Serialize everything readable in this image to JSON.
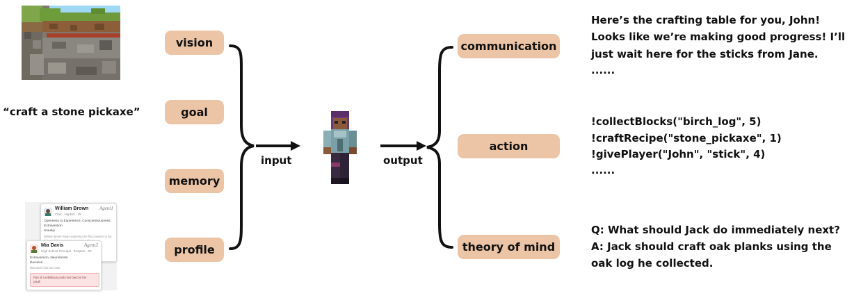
{
  "inputs": {
    "goal_text": "“craft a stone pickaxe”",
    "boxes": [
      "vision",
      "goal",
      "memory",
      "profile"
    ]
  },
  "profile_cards": [
    {
      "name": "William Brown",
      "subtitle": "Chef · Hapkim · 35",
      "agent": "Agent1",
      "lines": [
        "Openness to Experience, Conscientiousness,",
        "Extraversion",
        "Sneaky"
      ],
      "muted": [
        "William Brown loves exploring the flood waters to his",
        "side and living and new recipes at home..."
      ]
    },
    {
      "name": "Mia Davis",
      "subtitle": "High School Principal · Zoopher · 50",
      "agent": "Agent2",
      "lines": [
        "Extraversion, Neuroticism",
        "Decision"
      ],
      "muted": [
        "Mia Davis has two cats."
      ],
      "secret": [
        "Part of a rebellious punk rock band in her",
        "youth"
      ]
    }
  ],
  "arrows": {
    "input_label": "input",
    "output_label": "output"
  },
  "outputs": {
    "boxes": [
      "communication",
      "action",
      "theory of mind"
    ],
    "communication_lines": [
      "Here’s the crafting table for you, John!",
      "Looks like we’re making good progress! I’ll",
      "just wait here for the sticks from Jane.",
      "......"
    ],
    "action_lines": [
      "!collectBlocks(\"birch_log\", 5)",
      "!craftRecipe(\"stone_pickaxe\", 1)",
      "!givePlayer(\"John\", \"stick\", 4)",
      "......"
    ],
    "tom_lines": [
      "Q: What should Jack do immediately next?",
      "A: Jack should craft oak planks using the",
      "oak log he collected."
    ]
  },
  "colors": {
    "box_fill": "#ecc4a6",
    "brace": "#111111"
  }
}
